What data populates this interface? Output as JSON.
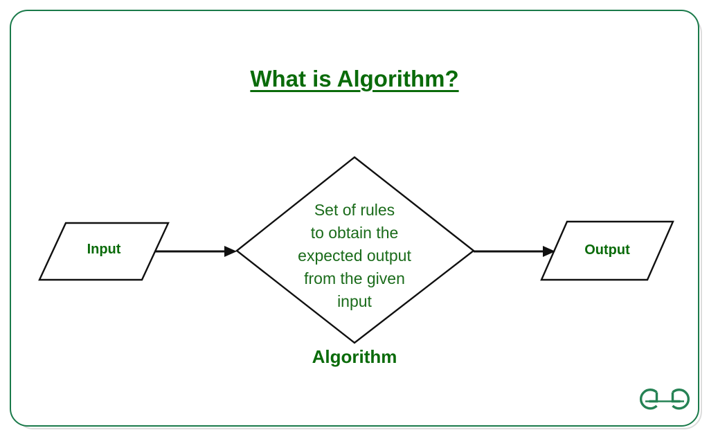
{
  "page": {
    "background": "#ffffff",
    "border_color": "#1a7a4a",
    "shadow_color": "#dcdcdc"
  },
  "title": {
    "text": "What is Algorithm?",
    "color": "#0a6b0a",
    "underlined": true
  },
  "diagram": {
    "type": "flowchart",
    "orientation": "left-to-right",
    "nodes": [
      {
        "id": "input",
        "shape": "parallelogram",
        "label": "Input",
        "label_color": "#0a6b0a",
        "outline_color": "#101010",
        "fill": "#ffffff"
      },
      {
        "id": "algorithm",
        "shape": "diamond",
        "label": "Algorithm",
        "label_color": "#0a6b0a",
        "outline_color": "#101010",
        "fill": "#ffffff",
        "body_lines": [
          "Set of rules",
          "to obtain the",
          "expected output",
          "from the given",
          "input"
        ],
        "body_color": "#1a6b1a"
      },
      {
        "id": "output",
        "shape": "parallelogram",
        "label": "Output",
        "label_color": "#0a6b0a",
        "outline_color": "#101010",
        "fill": "#ffffff"
      }
    ],
    "edges": [
      {
        "from": "input",
        "to": "algorithm",
        "style": "solid-arrow",
        "color": "#101010"
      },
      {
        "from": "algorithm",
        "to": "output",
        "style": "solid-arrow",
        "color": "#101010"
      }
    ]
  },
  "logo": {
    "name": "geeksforgeeks-logo",
    "text": "ƏG",
    "color": "#258254"
  }
}
